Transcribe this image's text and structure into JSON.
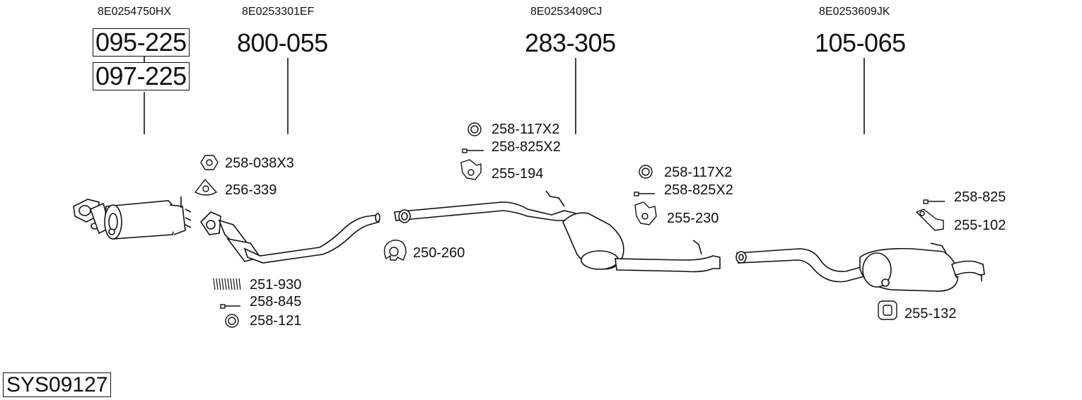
{
  "groups": [
    {
      "oem": "8E0254750HX",
      "part": "095-225",
      "alt_part": "097-225"
    },
    {
      "oem": "8E0253301EF",
      "part": "800-055"
    },
    {
      "oem": "8E0253409CJ",
      "part": "283-305"
    },
    {
      "oem": "8E0253609JK",
      "part": "105-065"
    }
  ],
  "fittings": {
    "nut": "258-038X3",
    "gasket_cat": "256-339",
    "spring": "251-930",
    "bolt_front": "258-845",
    "ring_front": "258-121",
    "clamp": "250-260",
    "ring_mid": "258-117X2",
    "bolt_mid": "258-825X2",
    "hanger_mid": "255-194",
    "ring_mid2": "258-117X2",
    "bolt_mid2": "258-825X2",
    "hanger_mid2": "255-230",
    "bolt_rear": "258-825",
    "bracket_rear": "255-102",
    "hanger_rear": "255-132"
  },
  "system_id": "SYS09127"
}
